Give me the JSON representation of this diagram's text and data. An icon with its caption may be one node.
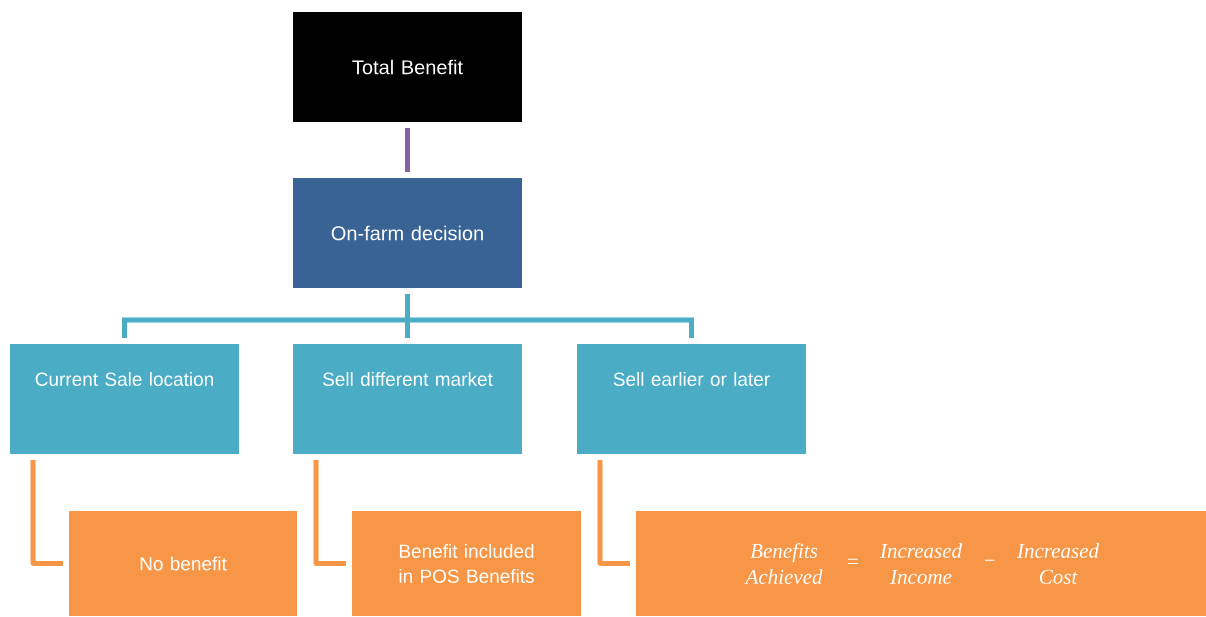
{
  "diagram": {
    "nodes": [
      {
        "text": [
          "Total Benefit"
        ]
      },
      {
        "text": [
          "On-farm decision"
        ]
      },
      {
        "text": [
          "Current Sale location"
        ]
      },
      {
        "text": [
          "Sell different market"
        ]
      },
      {
        "text": [
          "Sell earlier or later"
        ]
      },
      {
        "text": [
          "No benefit"
        ]
      },
      {
        "text": [
          "Benefit included in POS Benefits"
        ]
      },
      {
        "text": [
          "Benefits Achieved",
          "=",
          "Increased Income",
          "−",
          "Increased Cost"
        ]
      }
    ],
    "edges": [
      {
        "from": 0,
        "to": 1,
        "arrow": "none",
        "color": "#8064a2"
      },
      {
        "from": 1,
        "to": 2,
        "arrow": "none",
        "color": "#4bacc6"
      },
      {
        "from": 1,
        "to": 3,
        "arrow": "none",
        "color": "#4bacc6"
      },
      {
        "from": 1,
        "to": 4,
        "arrow": "none",
        "color": "#4bacc6"
      },
      {
        "from": 2,
        "to": 5,
        "arrow": "none",
        "color": "#f79646"
      },
      {
        "from": 3,
        "to": 6,
        "arrow": "none",
        "color": "#f79646"
      },
      {
        "from": 4,
        "to": 7,
        "arrow": "none",
        "color": "#f79646"
      }
    ]
  }
}
